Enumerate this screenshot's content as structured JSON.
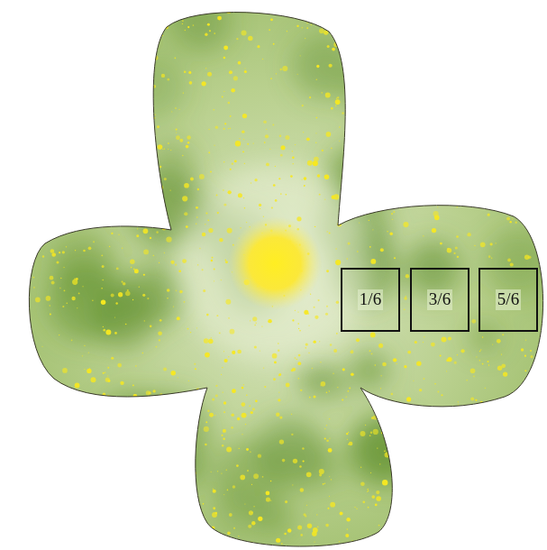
{
  "diagram": {
    "nodes": [
      {
        "text": [
          "1/6"
        ]
      },
      {
        "text": [
          "3/6"
        ]
      },
      {
        "text": [
          "5/6"
        ]
      }
    ]
  }
}
